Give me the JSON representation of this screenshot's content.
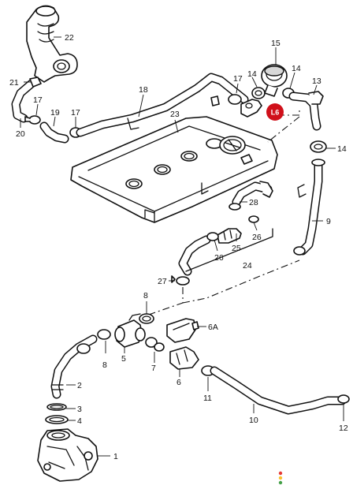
{
  "callouts": [
    {
      "id": "p22",
      "label": "22"
    },
    {
      "id": "p21",
      "label": "21"
    },
    {
      "id": "p20",
      "label": "20"
    },
    {
      "id": "p19",
      "label": "19"
    },
    {
      "id": "p17a",
      "label": "17"
    },
    {
      "id": "p17b",
      "label": "17"
    },
    {
      "id": "p18",
      "label": "18"
    },
    {
      "id": "p17c",
      "label": "17"
    },
    {
      "id": "p14a",
      "label": "14"
    },
    {
      "id": "p15",
      "label": "15"
    },
    {
      "id": "p14b",
      "label": "14"
    },
    {
      "id": "p13",
      "label": "13"
    },
    {
      "id": "p14c",
      "label": "14"
    },
    {
      "id": "p23",
      "label": "23"
    },
    {
      "id": "p28",
      "label": "28"
    },
    {
      "id": "p25",
      "label": "25"
    },
    {
      "id": "p26a",
      "label": "26"
    },
    {
      "id": "p26b",
      "label": "26"
    },
    {
      "id": "p24",
      "label": "24"
    },
    {
      "id": "p9",
      "label": "9"
    },
    {
      "id": "p27",
      "label": "27"
    },
    {
      "id": "p8a",
      "label": "8"
    },
    {
      "id": "p6A",
      "label": "6A"
    },
    {
      "id": "p5",
      "label": "5"
    },
    {
      "id": "p8b",
      "label": "8"
    },
    {
      "id": "p7",
      "label": "7"
    },
    {
      "id": "p6",
      "label": "6"
    },
    {
      "id": "p11",
      "label": "11"
    },
    {
      "id": "p2",
      "label": "2"
    },
    {
      "id": "p3",
      "label": "3"
    },
    {
      "id": "p4",
      "label": "4"
    },
    {
      "id": "p10",
      "label": "10"
    },
    {
      "id": "p12",
      "label": "12"
    },
    {
      "id": "p1",
      "label": "1"
    }
  ],
  "badge": {
    "label": "L6",
    "color": "#d0101a"
  },
  "corner_dots": {
    "colors": [
      "#e53935",
      "#fbc02d",
      "#43a047"
    ]
  }
}
